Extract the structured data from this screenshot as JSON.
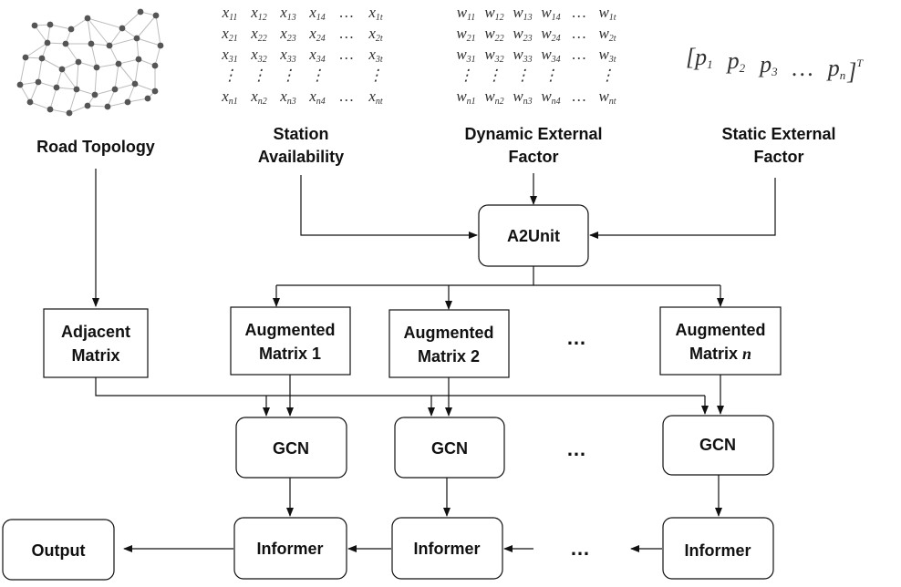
{
  "inputs": {
    "road_topology": "Road Topology",
    "station_availability": [
      "Station",
      "Availability"
    ],
    "dynamic_external": [
      "Dynamic External",
      "Factor"
    ],
    "static_external": [
      "Static External",
      "Factor"
    ]
  },
  "matrices": {
    "x": {
      "rows": [
        [
          [
            "x",
            "11"
          ],
          [
            "x",
            "12"
          ],
          [
            "x",
            "13"
          ],
          [
            "x",
            "14"
          ],
          [
            "…",
            ""
          ],
          [
            "x",
            "1t"
          ]
        ],
        [
          [
            "x",
            "21"
          ],
          [
            "x",
            "22"
          ],
          [
            "x",
            "23"
          ],
          [
            "x",
            "24"
          ],
          [
            "…",
            ""
          ],
          [
            "x",
            "2t"
          ]
        ],
        [
          [
            "x",
            "31"
          ],
          [
            "x",
            "32"
          ],
          [
            "x",
            "33"
          ],
          [
            "x",
            "34"
          ],
          [
            "…",
            ""
          ],
          [
            "x",
            "3t"
          ]
        ],
        [
          [
            "⋮",
            ""
          ],
          [
            "⋮",
            ""
          ],
          [
            "⋮",
            ""
          ],
          [
            "⋮",
            ""
          ],
          [
            "",
            ""
          ],
          [
            "⋮",
            ""
          ]
        ],
        [
          [
            "x",
            "n1"
          ],
          [
            "x",
            "n2"
          ],
          [
            "x",
            "n3"
          ],
          [
            "x",
            "n4"
          ],
          [
            "…",
            ""
          ],
          [
            "x",
            "nt"
          ]
        ]
      ]
    },
    "w": {
      "rows": [
        [
          [
            "w",
            "11"
          ],
          [
            "w",
            "12"
          ],
          [
            "w",
            "13"
          ],
          [
            "w",
            "14"
          ],
          [
            "…",
            ""
          ],
          [
            "w",
            "1t"
          ]
        ],
        [
          [
            "w",
            "21"
          ],
          [
            "w",
            "22"
          ],
          [
            "w",
            "23"
          ],
          [
            "w",
            "24"
          ],
          [
            "…",
            ""
          ],
          [
            "w",
            "2t"
          ]
        ],
        [
          [
            "w",
            "31"
          ],
          [
            "w",
            "32"
          ],
          [
            "w",
            "33"
          ],
          [
            "w",
            "34"
          ],
          [
            "…",
            ""
          ],
          [
            "w",
            "3t"
          ]
        ],
        [
          [
            "⋮",
            ""
          ],
          [
            "⋮",
            ""
          ],
          [
            "⋮",
            ""
          ],
          [
            "⋮",
            ""
          ],
          [
            "",
            ""
          ],
          [
            "⋮",
            ""
          ]
        ],
        [
          [
            "w",
            "n1"
          ],
          [
            "w",
            "n2"
          ],
          [
            "w",
            "n3"
          ],
          [
            "w",
            "n4"
          ],
          [
            "…",
            ""
          ],
          [
            "w",
            "nt"
          ]
        ]
      ]
    },
    "p_vector": {
      "open": "[",
      "items": [
        [
          "p",
          "1"
        ],
        [
          "p",
          "2"
        ],
        [
          "p",
          "3"
        ],
        [
          "…",
          ""
        ],
        [
          "p",
          "n"
        ]
      ],
      "close": "]",
      "superscript": "T"
    }
  },
  "boxes": {
    "a2unit": "A2Unit",
    "adjacent": [
      "Adjacent",
      "Matrix"
    ],
    "aug1": [
      "Augmented",
      "Matrix 1"
    ],
    "aug2": [
      "Augmented",
      "Matrix 2"
    ],
    "augn": [
      "Augmented",
      "Matrix ",
      "n"
    ],
    "gcn": "GCN",
    "informer": "Informer",
    "output": "Output"
  },
  "ellipsis": "…",
  "ellipsis_dots": "· · ·"
}
